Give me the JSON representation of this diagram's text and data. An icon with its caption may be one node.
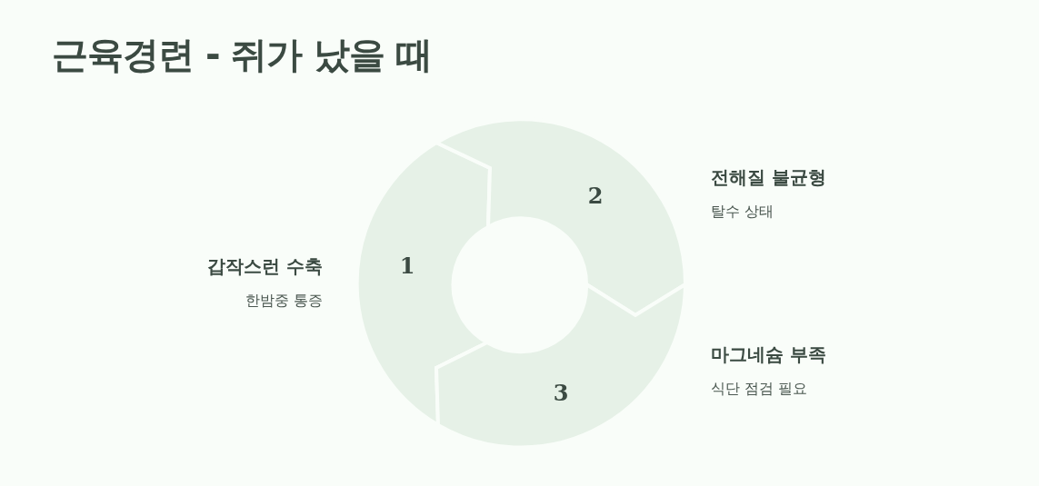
{
  "diagram": {
    "title": "근육경련 - 쥐가 났을 때",
    "nodes": [
      {
        "text": [
          "1"
        ],
        "beside": [
          "갑작스런 수축",
          "한밤중 통증"
        ]
      },
      {
        "text": [
          "2"
        ],
        "beside": [
          "전해질 불균형",
          "탈수 상태"
        ]
      },
      {
        "text": [
          "3"
        ],
        "beside": [
          "마그네슘 부족",
          "식단 점검 필요"
        ]
      }
    ]
  }
}
